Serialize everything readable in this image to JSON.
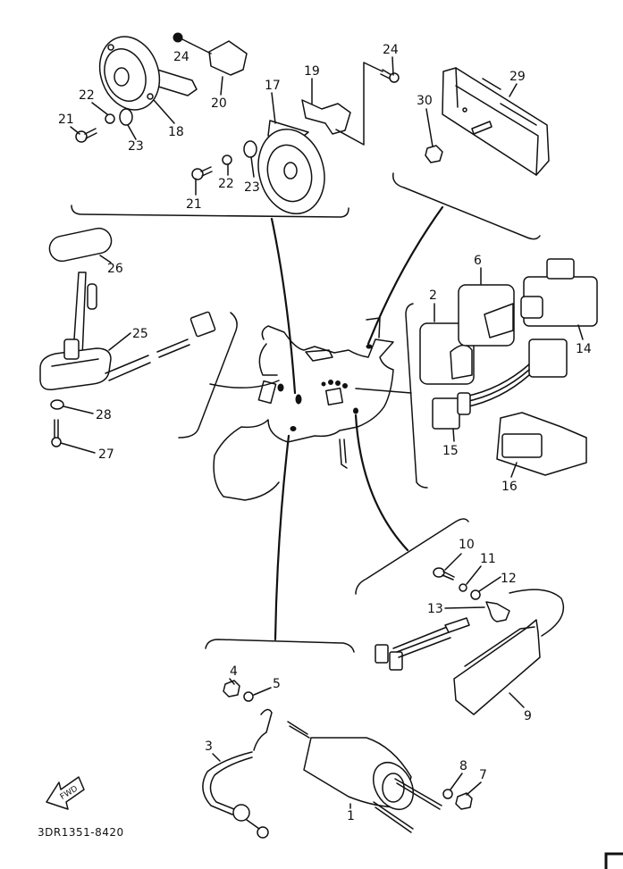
{
  "diagram": {
    "title_code": "3DR1351-8420",
    "direction_indicator": "FWD",
    "colors": {
      "ink": "#111111",
      "background": "#ffffff"
    },
    "groups": [
      {
        "name": "horn-group",
        "parts": [
          "17",
          "18",
          "19",
          "20",
          "21",
          "22",
          "23",
          "24"
        ]
      },
      {
        "name": "reflector-group",
        "parts": [
          "29",
          "30"
        ]
      },
      {
        "name": "fuel-sender-group",
        "parts": [
          "25",
          "26",
          "27",
          "28"
        ]
      },
      {
        "name": "relay-group",
        "parts": [
          "2",
          "6",
          "14",
          "15",
          "16"
        ]
      },
      {
        "name": "rectifier-group",
        "parts": [
          "9",
          "10",
          "11",
          "12",
          "13"
        ]
      },
      {
        "name": "starter-relay-group",
        "parts": [
          "1",
          "3",
          "4",
          "5",
          "7",
          "8"
        ]
      }
    ],
    "labels": {
      "p1": "1",
      "p2": "2",
      "p3": "3",
      "p4": "4",
      "p5": "5",
      "p6": "6",
      "p7": "7",
      "p8": "8",
      "p9": "9",
      "p10": "10",
      "p11": "11",
      "p12": "12",
      "p13": "13",
      "p14": "14",
      "p15": "15",
      "p16": "16",
      "p17": "17",
      "p18": "18",
      "p19": "19",
      "p20": "20",
      "p21a": "21",
      "p21b": "21",
      "p22a": "22",
      "p22b": "22",
      "p23a": "23",
      "p23b": "23",
      "p24a": "24",
      "p24b": "24",
      "p25": "25",
      "p26": "26",
      "p27": "27",
      "p28": "28",
      "p29": "29",
      "p30": "30"
    }
  }
}
